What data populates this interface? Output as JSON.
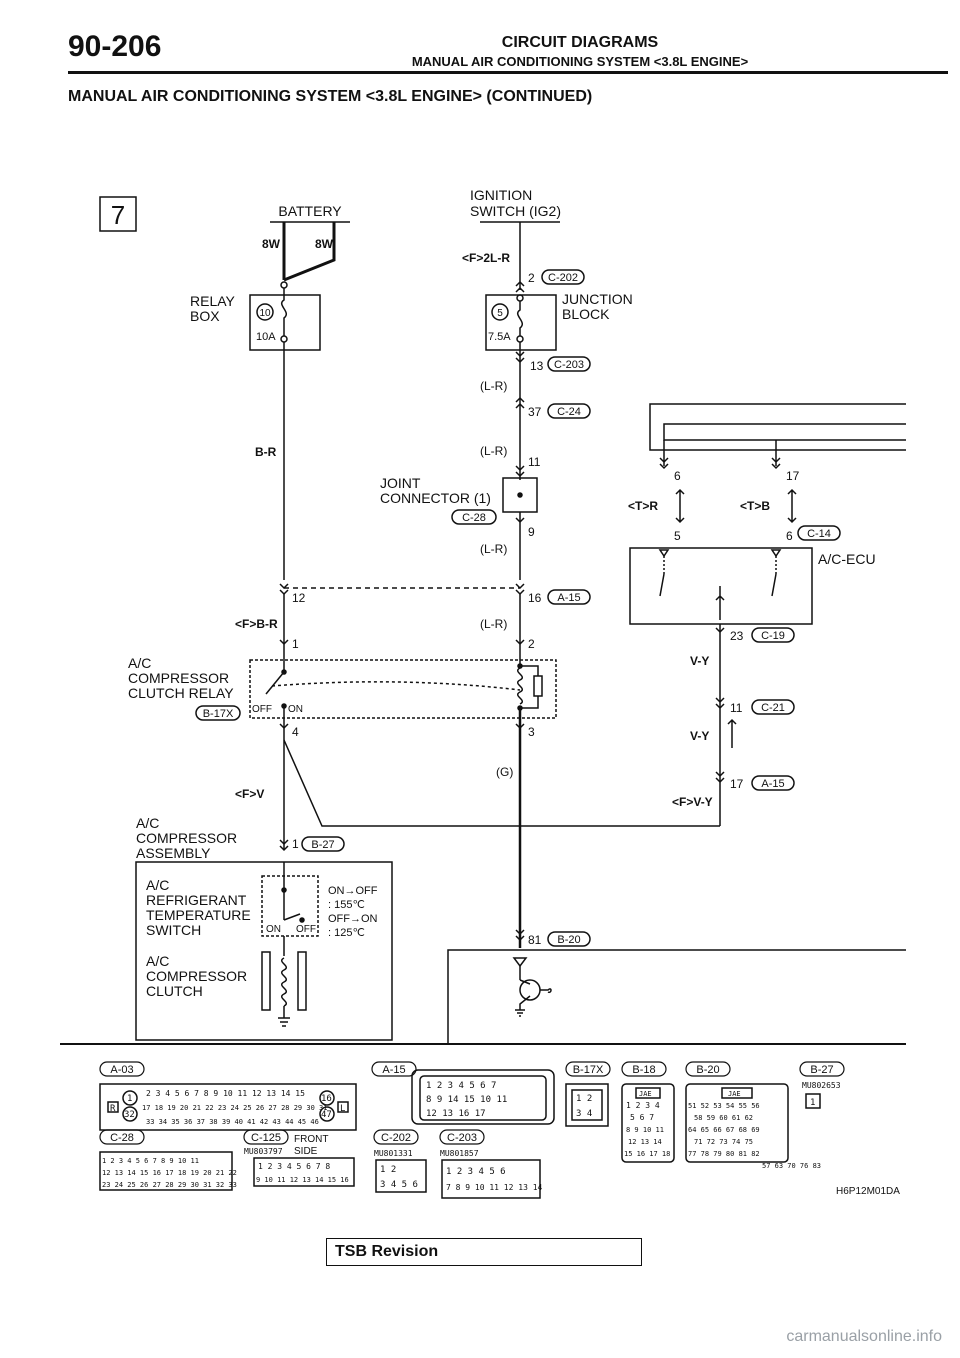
{
  "header": {
    "page_number": "90-206",
    "category": "CIRCUIT DIAGRAMS",
    "subtitle": "MANUAL AIR CONDITIONING SYSTEM <3.8L ENGINE>"
  },
  "section_title": "MANUAL AIR CONDITIONING SYSTEM <3.8L ENGINE> (CONTINUED)",
  "page_marker": "7",
  "components": {
    "battery": "BATTERY",
    "ignition_line1": "IGNITION",
    "ignition_line2": "SWITCH (IG2)",
    "relay_box_line1": "RELAY",
    "relay_box_line2": "BOX",
    "fuse_10_num": "10",
    "fuse_10_rating": "10A",
    "junction_line1": "JUNCTION",
    "junction_line2": "BLOCK",
    "fuse_5_num": "5",
    "fuse_5_rating": "7.5A",
    "joint_line1": "JOINT",
    "joint_line2": "CONNECTOR (1)",
    "ac_ecu": "A/C-ECU",
    "relay_line1": "A/C",
    "relay_line2": "COMPRESSOR",
    "relay_line3": "CLUTCH RELAY",
    "relay_off": "OFF",
    "relay_on": "ON",
    "assembly_line1": "A/C",
    "assembly_line2": "COMPRESSOR",
    "assembly_line3": "ASSEMBLY",
    "refrig_line1": "A/C",
    "refrig_line2": "REFRIGERANT",
    "refrig_line3": "TEMPERATURE",
    "refrig_line4": "SWITCH",
    "switch_on": "ON",
    "switch_off": "OFF",
    "switch_note1": "ON→OFF",
    "switch_note2": ": 155℃",
    "switch_note3": "OFF→ON",
    "switch_note4": ": 125℃",
    "clutch_line1": "A/C",
    "clutch_line2": "COMPRESSOR",
    "clutch_line3": "CLUTCH"
  },
  "wires": {
    "w8w_a": "8W",
    "w8w_b": "8W",
    "f2lr": "<F>2L-R",
    "lr1": "(L-R)",
    "lr2": "(L-R)",
    "lr3": "(L-R)",
    "lr4": "(L-R)",
    "br": "B-R",
    "fbr": "<F>B-R",
    "fv": "<F>V",
    "g": "(G)",
    "tr": "<T>R",
    "tb": "<T>B",
    "vy1": "V-Y",
    "vy2": "V-Y",
    "fvy": "<F>V-Y"
  },
  "pins": {
    "p2": "2",
    "p13": "13",
    "p37": "37",
    "p11": "11",
    "p9": "9",
    "p16": "16",
    "p12": "12",
    "p1": "1",
    "p2b": "2",
    "p4": "4",
    "p3": "3",
    "p1b": "1",
    "p81": "81",
    "p6": "6",
    "p17": "17",
    "p5": "5",
    "p6b": "6",
    "p23": "23",
    "p11b": "11",
    "p17b": "17"
  },
  "connectors": {
    "c202": "C-202",
    "c203": "C-203",
    "c24": "C-24",
    "c28": "C-28",
    "a15": "A-15",
    "b17x": "B-17X",
    "b27": "B-27",
    "b20": "B-20",
    "c14": "C-14",
    "c19": "C-19",
    "c21": "C-21",
    "a15b": "A-15"
  },
  "legend": {
    "labels": [
      "A-03",
      "A-15",
      "B-17X",
      "B-18",
      "B-20",
      "B-27",
      "C-28",
      "C-125",
      "C-202",
      "C-203"
    ],
    "a03_row1": "2 3 4 5 6 7 8 9 10 11 12 13 14 15",
    "a03_row2": "17 18 19 20 21 22 23 24 25 26 27 28 29 30 31",
    "a03_row3": "33 34 35 36 37 38 39 40 41 42 43 44 45 46",
    "a03_pin1": "1",
    "a03_pin32": "32",
    "a03_pin16": "16",
    "a03_pin47": "47",
    "a03_r": "R",
    "a03_l": "L",
    "a15_row1": "1 2 3 4 5 6 7",
    "a15_row2": "8 9 14 15 10 11",
    "a15_row3": "12 13 16 17",
    "b17x_row1": "1 2",
    "b17x_row2": "3 4",
    "b18_jae": "JAE",
    "b18_row1": "1 2 3 4",
    "b18_row2": "5 6 7",
    "b18_row3": "8 9 10 11",
    "b18_row4": "12 13 14",
    "b18_row5": "15 16 17 18",
    "b20_jae": "JAE",
    "b20_row1": "51 52 53 54 55 56",
    "b20_row2": "58 59 60 61 62",
    "b20_row3": "64 65 66 67 68 69",
    "b20_row4": "71 72 73 74 75",
    "b20_row5": "77 78 79 80 81 82",
    "b20_right": "57 63 70 76 83",
    "b27_code": "MU802653",
    "b27_pin": "1",
    "c28_row1": "1 2 3 4 5 6 7 8 9 10 11",
    "c28_row2": "12 13 14 15 16 17 18 19 20 21 22",
    "c28_row3": "23 24 25 26 27 28 29 30 31 32 33",
    "c125_code": "MU803797",
    "c125_side1": "FRONT",
    "c125_side2": "SIDE",
    "c125_row1": "1 2 3 4 5 6 7 8",
    "c125_row2": "9 10 11 12 13 14 15 16",
    "c202_code": "MU801331",
    "c202_row1": "1 2",
    "c202_row2": "3 4 5 6",
    "c203_code": "MU801857",
    "c203_row1": "1 2 3 4 5 6",
    "c203_row2": "7 8 9 10 11 12 13 14",
    "diagram_code": "H6P12M01DA"
  },
  "footer": {
    "tsb": "TSB Revision",
    "watermark": "carmanualsonline.info"
  }
}
